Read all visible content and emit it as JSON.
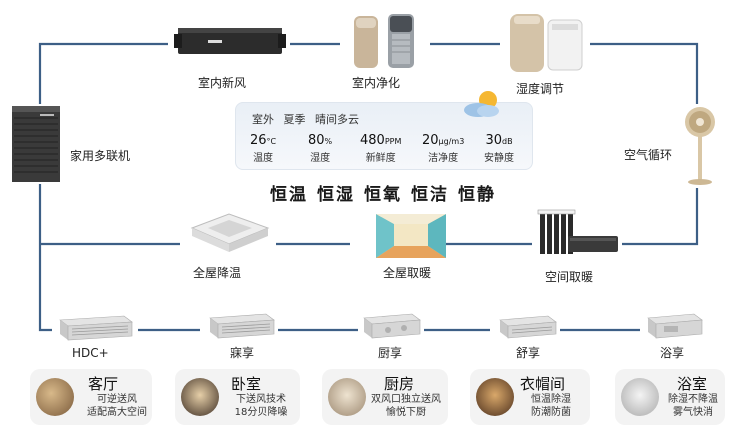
{
  "top_devices": [
    {
      "label": "室内新风"
    },
    {
      "label": "室内净化"
    },
    {
      "label": "湿度调节"
    }
  ],
  "left_device": {
    "label": "家用多联机"
  },
  "right_device": {
    "label": "空气循环"
  },
  "weather": {
    "location": "室外",
    "season": "夏季",
    "condition": "晴间多云",
    "stats": [
      {
        "value": "26",
        "unit": "°C",
        "name": "温度"
      },
      {
        "value": "80",
        "unit": "%",
        "name": "湿度"
      },
      {
        "value": "480",
        "unit": "PPM",
        "name": "新鲜度"
      },
      {
        "value": "20",
        "unit": "μg/m3",
        "name": "洁净度"
      },
      {
        "value": "30",
        "unit": "dB",
        "name": "安静度"
      }
    ]
  },
  "slogans": [
    "恒温",
    "恒湿",
    "恒氧",
    "恒洁",
    "恒静"
  ],
  "middle_devices": [
    {
      "label": "全屋降温"
    },
    {
      "label": "全屋取暖"
    },
    {
      "label": "空间取暖"
    }
  ],
  "duct_units": [
    {
      "label": "HDC+"
    },
    {
      "label": "寐享"
    },
    {
      "label": "厨享"
    },
    {
      "label": "舒享"
    },
    {
      "label": "浴享"
    }
  ],
  "rooms": [
    {
      "title": "客厅",
      "desc1": "可逆送风",
      "desc2": "适配高大空间"
    },
    {
      "title": "卧室",
      "desc1": "下送风技术",
      "desc2": "18分贝降噪"
    },
    {
      "title": "厨房",
      "desc1": "双风口独立送风",
      "desc2": "愉悦下厨"
    },
    {
      "title": "衣帽间",
      "desc1": "恒温除湿",
      "desc2": "防潮防菌"
    },
    {
      "title": "浴室",
      "desc1": "除湿不降温",
      "desc2": "雾气快消"
    }
  ],
  "colors": {
    "line": "#3d5f86",
    "card_bg": "#f3f3f3"
  }
}
